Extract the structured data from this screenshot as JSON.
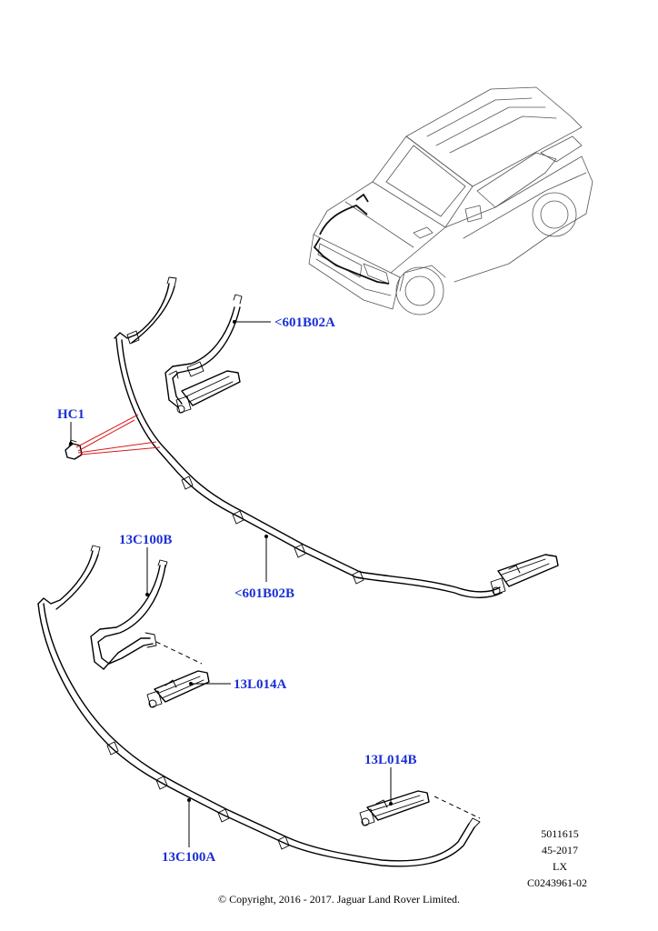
{
  "callouts": {
    "c601B02A": "<601B02A",
    "hc1": "HC1",
    "c13C100B": "13C100B",
    "c601B02B": "<601B02B",
    "c13L014A": "13L014A",
    "c13L014B": "13L014B",
    "c13C100A": "13C100A"
  },
  "reference": {
    "line1": "5011615",
    "line2": "45-2017",
    "line3": "LX",
    "line4": "C0243961-02"
  },
  "footer": {
    "copyright": "© Copyright, 2016 - 2017. Jaguar Land Rover Limited."
  },
  "colors": {
    "callout": "#1a2fd6",
    "highlight": "#d81a1a",
    "linework": "#000000"
  }
}
